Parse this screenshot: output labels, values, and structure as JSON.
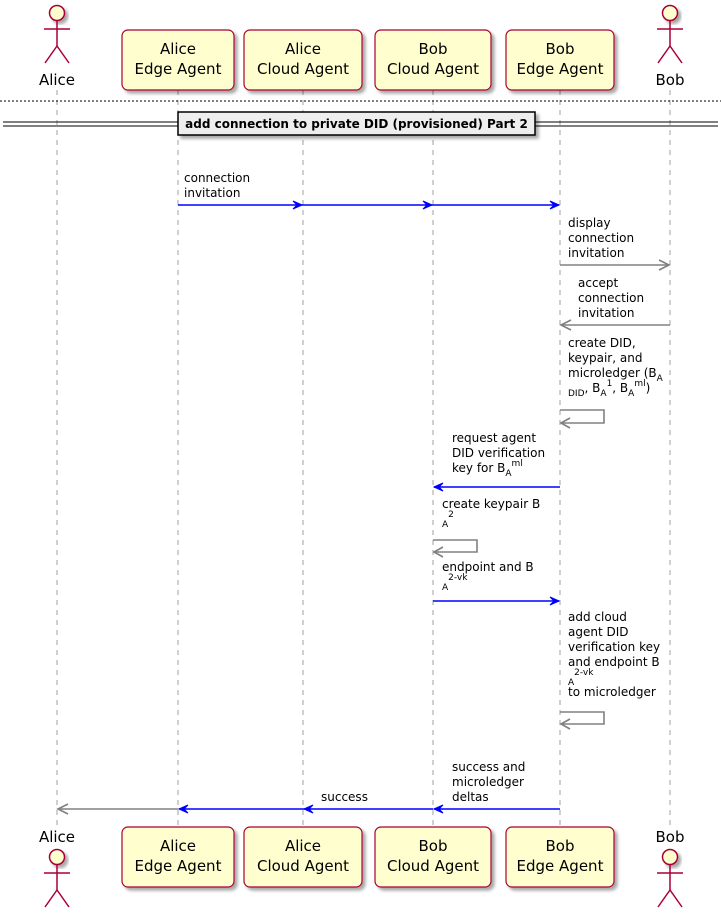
{
  "participants": [
    {
      "id": "alice",
      "type": "actor",
      "label": [
        "Alice"
      ]
    },
    {
      "id": "alice_edge",
      "type": "box",
      "label": [
        "Alice",
        "Edge Agent"
      ]
    },
    {
      "id": "alice_cloud",
      "type": "box",
      "label": [
        "Alice",
        "Cloud Agent"
      ]
    },
    {
      "id": "bob_cloud",
      "type": "box",
      "label": [
        "Bob",
        "Cloud Agent"
      ]
    },
    {
      "id": "bob_edge",
      "type": "box",
      "label": [
        "Bob",
        "Edge Agent"
      ]
    },
    {
      "id": "bob",
      "type": "actor",
      "label": [
        "Bob"
      ]
    }
  ],
  "divider": {
    "title": "add connection to private DID (provisioned) Part 2"
  },
  "messages": [
    {
      "id": "connection-invitation",
      "from": "alice_edge",
      "to": "bob_edge",
      "color": "#0000ff",
      "label": [
        [
          {
            "t": "connection"
          }
        ],
        [
          {
            "t": "invitation"
          }
        ]
      ]
    },
    {
      "id": "display-connection-invitation",
      "from": "bob_edge",
      "to": "bob",
      "color": "#808080",
      "label": [
        [
          {
            "t": "display"
          }
        ],
        [
          {
            "t": "connection"
          }
        ],
        [
          {
            "t": "invitation"
          }
        ]
      ]
    },
    {
      "id": "accept-connection-invitation",
      "from": "bob",
      "to": "bob_edge",
      "color": "#808080",
      "label": [
        [
          {
            "t": "accept"
          }
        ],
        [
          {
            "t": "connection"
          }
        ],
        [
          {
            "t": "invitation"
          }
        ]
      ]
    },
    {
      "id": "create-did-keypair-microledger",
      "from": "bob_edge",
      "to": "bob_edge",
      "color": "#808080",
      "label": [
        [
          {
            "t": "create DID,"
          }
        ],
        [
          {
            "t": "keypair, and"
          }
        ],
        [
          {
            "t": "microledger (B"
          },
          {
            "t": "A",
            "s": "sub"
          }
        ],
        [
          {
            "t": "DID",
            "s": "sub"
          },
          {
            "t": ", B"
          },
          {
            "t": "A",
            "s": "sub"
          },
          {
            "t": "1",
            "s": "sup"
          },
          {
            "t": ", B"
          },
          {
            "t": "A",
            "s": "sub"
          },
          {
            "t": "ml",
            "s": "sup"
          },
          {
            "t": ")"
          }
        ]
      ]
    },
    {
      "id": "request-agent-did-verification-key",
      "from": "bob_edge",
      "to": "bob_cloud",
      "color": "#0000ff",
      "label": [
        [
          {
            "t": "request agent"
          }
        ],
        [
          {
            "t": "DID verification"
          }
        ],
        [
          {
            "t": "key for B"
          },
          {
            "t": "A",
            "s": "sub"
          },
          {
            "t": "ml",
            "s": "sup"
          }
        ]
      ]
    },
    {
      "id": "create-keypair",
      "from": "bob_cloud",
      "to": "bob_cloud",
      "color": "#808080",
      "label": [
        [
          {
            "t": "create keypair B"
          }
        ],
        [
          {
            "t": "A",
            "s": "sub"
          },
          {
            "t": "2",
            "s": "sup"
          }
        ]
      ]
    },
    {
      "id": "endpoint-and-key",
      "from": "bob_cloud",
      "to": "bob_edge",
      "color": "#0000ff",
      "label": [
        [
          {
            "t": "endpoint and B"
          }
        ],
        [
          {
            "t": "A",
            "s": "sub"
          },
          {
            "t": "2-vk",
            "s": "sup"
          }
        ]
      ]
    },
    {
      "id": "add-cloud-agent-key-to-microledger",
      "from": "bob_edge",
      "to": "bob_edge",
      "color": "#808080",
      "label": [
        [
          {
            "t": "add cloud"
          }
        ],
        [
          {
            "t": "agent DID"
          }
        ],
        [
          {
            "t": "verification key"
          }
        ],
        [
          {
            "t": "and endpoint B"
          }
        ],
        [
          {
            "t": "A",
            "s": "sub"
          },
          {
            "t": "2-vk",
            "s": "sup"
          }
        ],
        [
          {
            "t": " to microledger"
          }
        ]
      ]
    },
    {
      "id": "success-and-microledger-deltas",
      "from": "bob_edge",
      "to": "bob_cloud",
      "color": "#0000ff",
      "label": [
        [
          {
            "t": "success and"
          }
        ],
        [
          {
            "t": "microledger"
          }
        ],
        [
          {
            "t": "deltas"
          }
        ]
      ]
    },
    {
      "id": "success",
      "from": "bob_cloud",
      "to": "alice_edge",
      "color": "#0000ff",
      "label": [
        [
          {
            "t": "success"
          }
        ]
      ]
    },
    {
      "id": "final-notify-alice",
      "from": "alice_edge",
      "to": "alice",
      "color": "#808080",
      "label": []
    }
  ]
}
